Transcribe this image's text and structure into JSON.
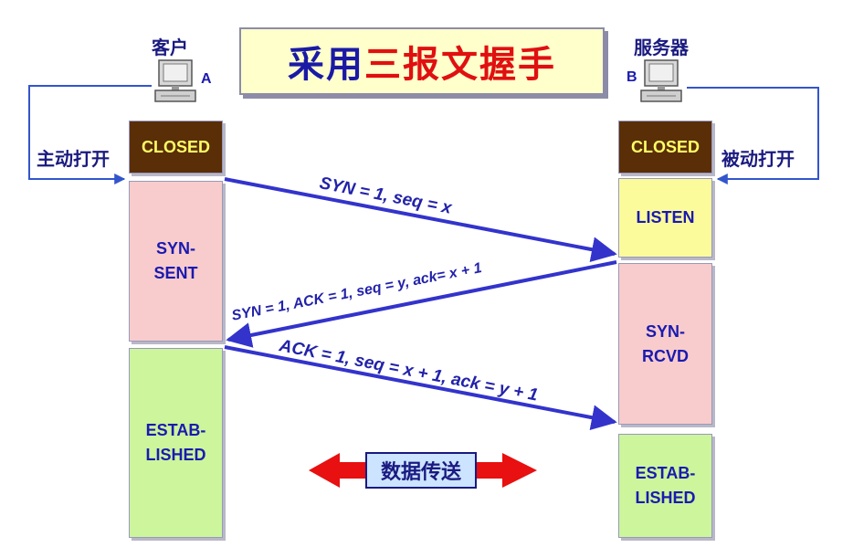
{
  "title": {
    "part1": "采用",
    "part2": "三报文握手"
  },
  "client": {
    "label": "客户",
    "letter": "A",
    "action": "主动打开"
  },
  "server": {
    "label": "服务器",
    "letter": "B",
    "action": "被动打开"
  },
  "client_states": [
    {
      "line1": "CLOSED",
      "line2": ""
    },
    {
      "line1": "SYN-",
      "line2": "SENT"
    },
    {
      "line1": "ESTAB-",
      "line2": "LISHED"
    }
  ],
  "server_states": [
    {
      "line1": "CLOSED",
      "line2": ""
    },
    {
      "line1": "LISTEN",
      "line2": ""
    },
    {
      "line1": "SYN-",
      "line2": "RCVD"
    },
    {
      "line1": "ESTAB-",
      "line2": "LISHED"
    }
  ],
  "messages": [
    "SYN = 1, seq = x",
    "SYN = 1, ACK = 1, seq = y, ack= x + 1",
    "ACK = 1, seq = x + 1, ack = y + 1"
  ],
  "transfer_label": "数据传送",
  "colors": {
    "arrow": "#3333cc",
    "transfer_arrow": "#e81010",
    "closed_bg": "#5a2e06",
    "syn_bg": "#f8cccc",
    "established_bg": "#ccf59c",
    "listen_bg": "#fbfb9c"
  }
}
